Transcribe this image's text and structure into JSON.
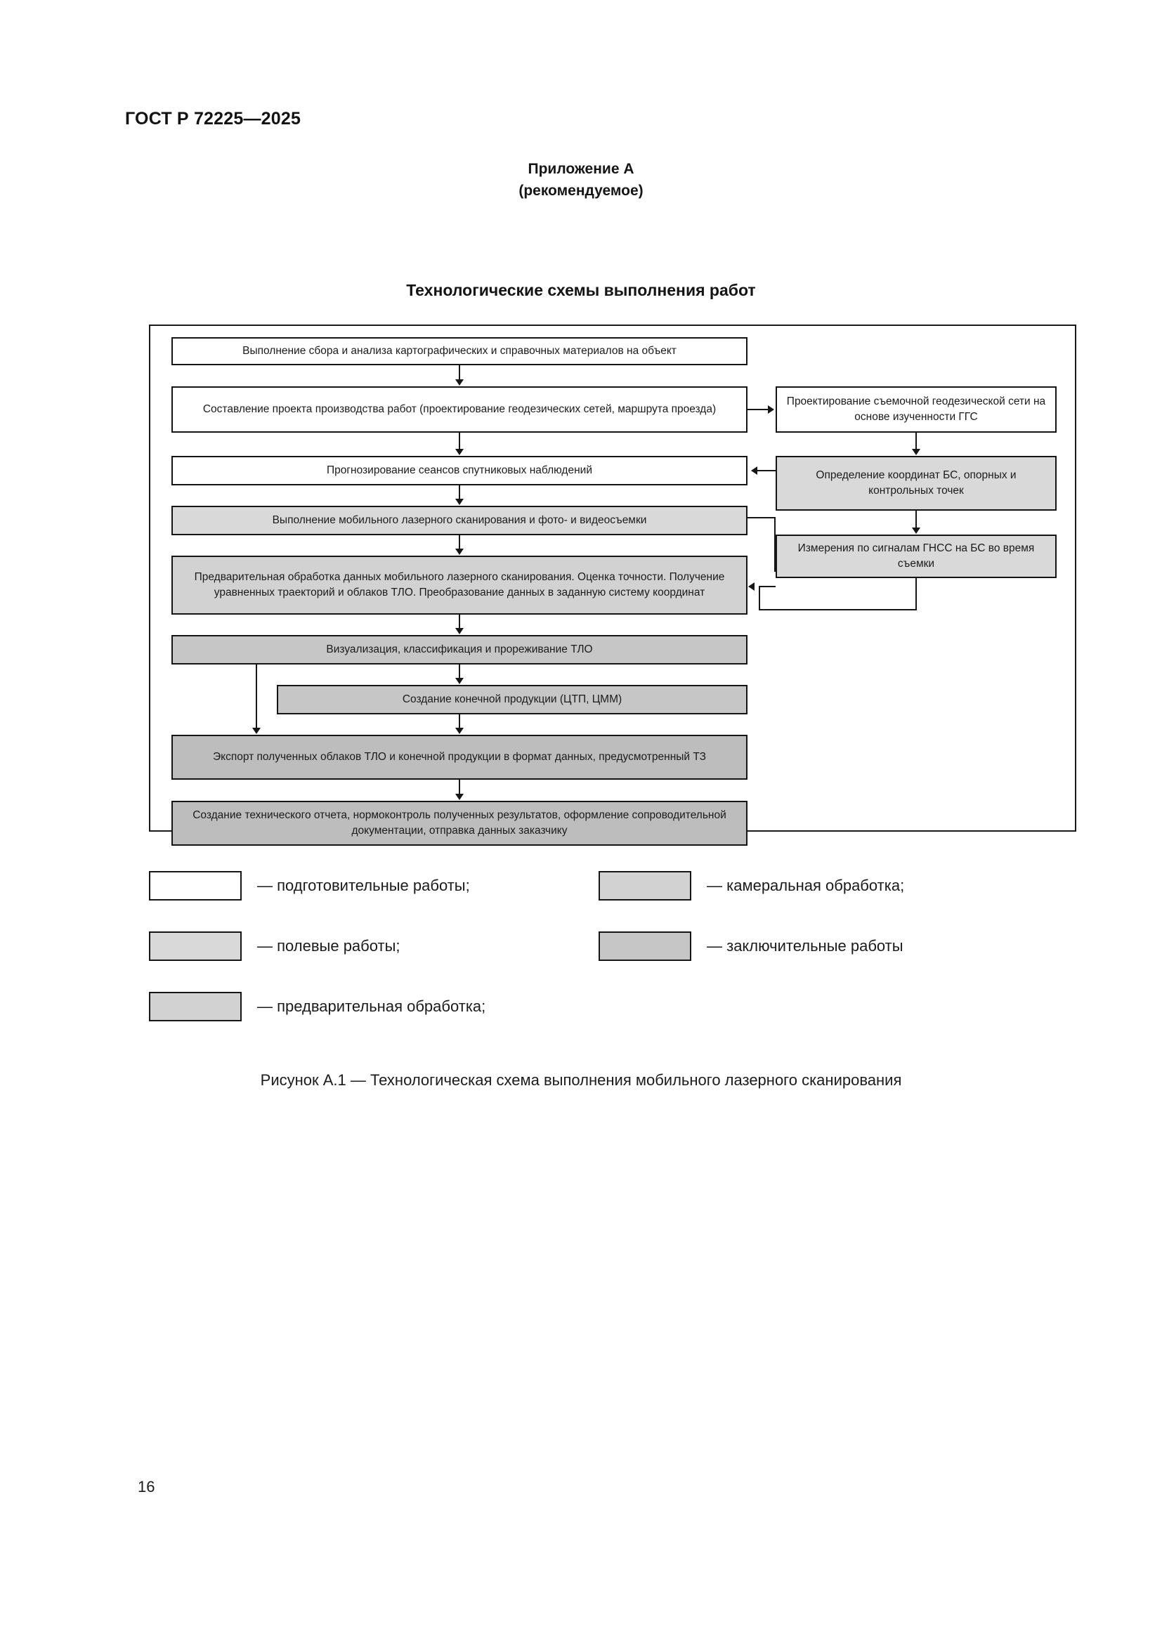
{
  "document": {
    "standard_header": "ГОСТ Р 72225—2025",
    "page_number": "16"
  },
  "appendix": {
    "title": "Приложение А",
    "subtitle": "(рекомендуемое)"
  },
  "section": {
    "title": "Технологические схемы выполнения работ"
  },
  "figure": {
    "caption": "Рисунок А.1 — Технологическая схема выполнения мобильного лазерного сканирования"
  },
  "flowchart": {
    "nodes": [
      {
        "id": "n1",
        "text": "Выполнение сбора и анализа картографических и справочных материалов на объект",
        "category": "preparatory"
      },
      {
        "id": "n2",
        "text": "Составление проекта производства работ (проектирование геодезических сетей, маршрута проезда)",
        "category": "preparatory"
      },
      {
        "id": "n3",
        "text": "Прогнозирование сеансов спутниковых наблюдений",
        "category": "preparatory"
      },
      {
        "id": "n4",
        "text": "Выполнение мобильного лазерного сканирования и фото- и видеосъемки",
        "category": "field"
      },
      {
        "id": "n5",
        "text": "Предварительная обработка данных мобильного лазерного сканирования. Оценка точности. Получение уравненных траекторий и облаков ТЛО. Преобразование данных в заданную систему координат",
        "category": "preliminary"
      },
      {
        "id": "n6",
        "text": "Визуализация, классификация и прореживание ТЛО",
        "category": "office"
      },
      {
        "id": "n7",
        "text": "Создание конечной продукции (ЦТП, ЦММ)",
        "category": "office"
      },
      {
        "id": "n8",
        "text": "Экспорт полученных облаков ТЛО и конечной продукции в формат данных, предусмотренный ТЗ",
        "category": "final"
      },
      {
        "id": "n9",
        "text": "Создание технического отчета, нормоконтроль полученных результатов, оформление сопроводительной документации, отправка данных заказчику",
        "category": "final"
      },
      {
        "id": "r1",
        "text": "Проектирование съемочной геодезической сети на основе изученности ГГС",
        "category": "preparatory"
      },
      {
        "id": "r2",
        "text": "Определение координат БС, опорных и контрольных точек",
        "category": "field"
      },
      {
        "id": "r3",
        "text": "Измерения по сигналам ГНСС на БС во время съемки",
        "category": "field"
      }
    ]
  },
  "legend": {
    "items": [
      {
        "label": "— подготовительные работы;",
        "color": "#ffffff",
        "category": "preparatory"
      },
      {
        "label": "— камеральная обработка;",
        "color": "#d2d2d2",
        "category": "office"
      },
      {
        "label": "— полевые работы;",
        "color": "#d9d9d9",
        "category": "field"
      },
      {
        "label": "— заключительные работы",
        "color": "#c6c6c6",
        "category": "final"
      },
      {
        "label": "— предварительная обработка;",
        "color": "#d2d2d2",
        "category": "preliminary"
      }
    ]
  },
  "colors": {
    "line": "#161616",
    "text": "#1b1b1b",
    "preparatory": "#ffffff",
    "field": "#d9d9d9",
    "preliminary": "#d2d2d2",
    "office": "#c6c6c6",
    "final": "#bdbdbd"
  }
}
